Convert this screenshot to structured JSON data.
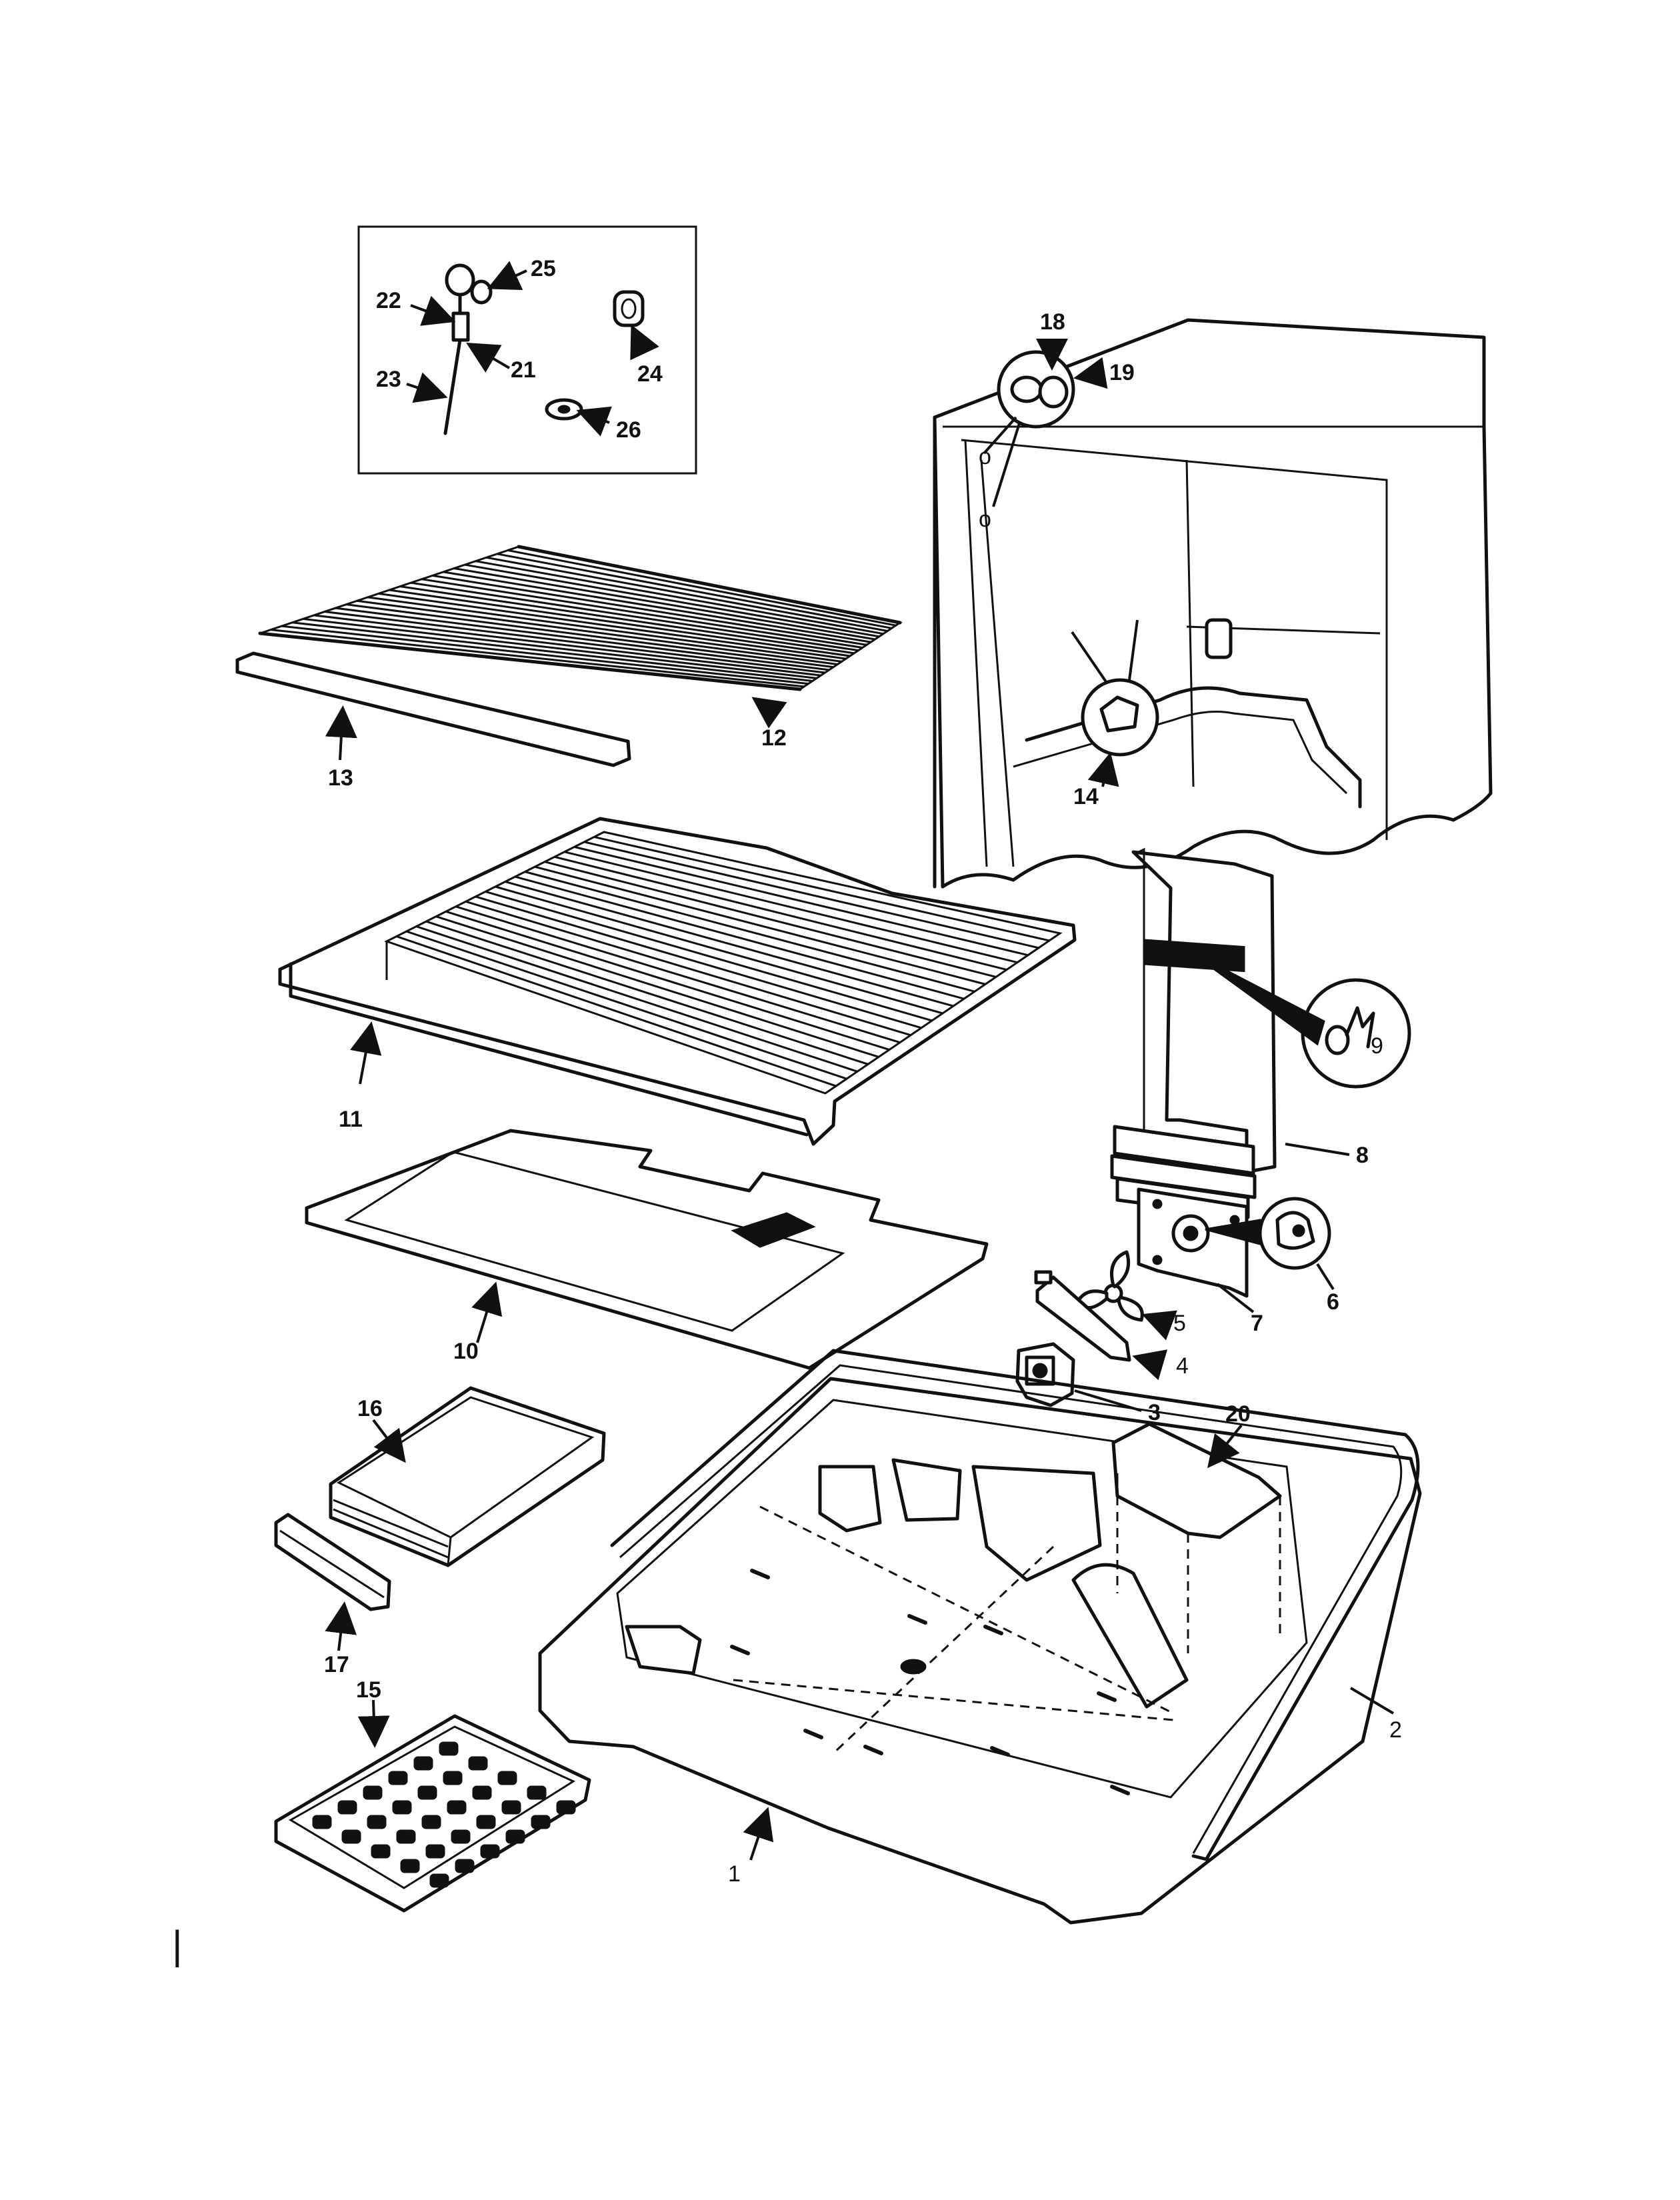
{
  "callouts": {
    "c1": "1",
    "c2": "2",
    "c3": "3",
    "c4": "4",
    "c5": "5",
    "c6": "6",
    "c7": "7",
    "c8": "8",
    "c9": "9",
    "c10": "10",
    "c11": "11",
    "c12": "12",
    "c13": "13",
    "c14": "14",
    "c15": "15",
    "c16": "16",
    "c17": "17",
    "c18": "18",
    "c19": "19",
    "c20": "20",
    "c21": "21",
    "c22": "22",
    "c23": "23",
    "c24": "24",
    "c25": "25",
    "c26": "26"
  },
  "page_marker": "|",
  "colors": {
    "ink": "#111111",
    "paper": "#ffffff"
  }
}
